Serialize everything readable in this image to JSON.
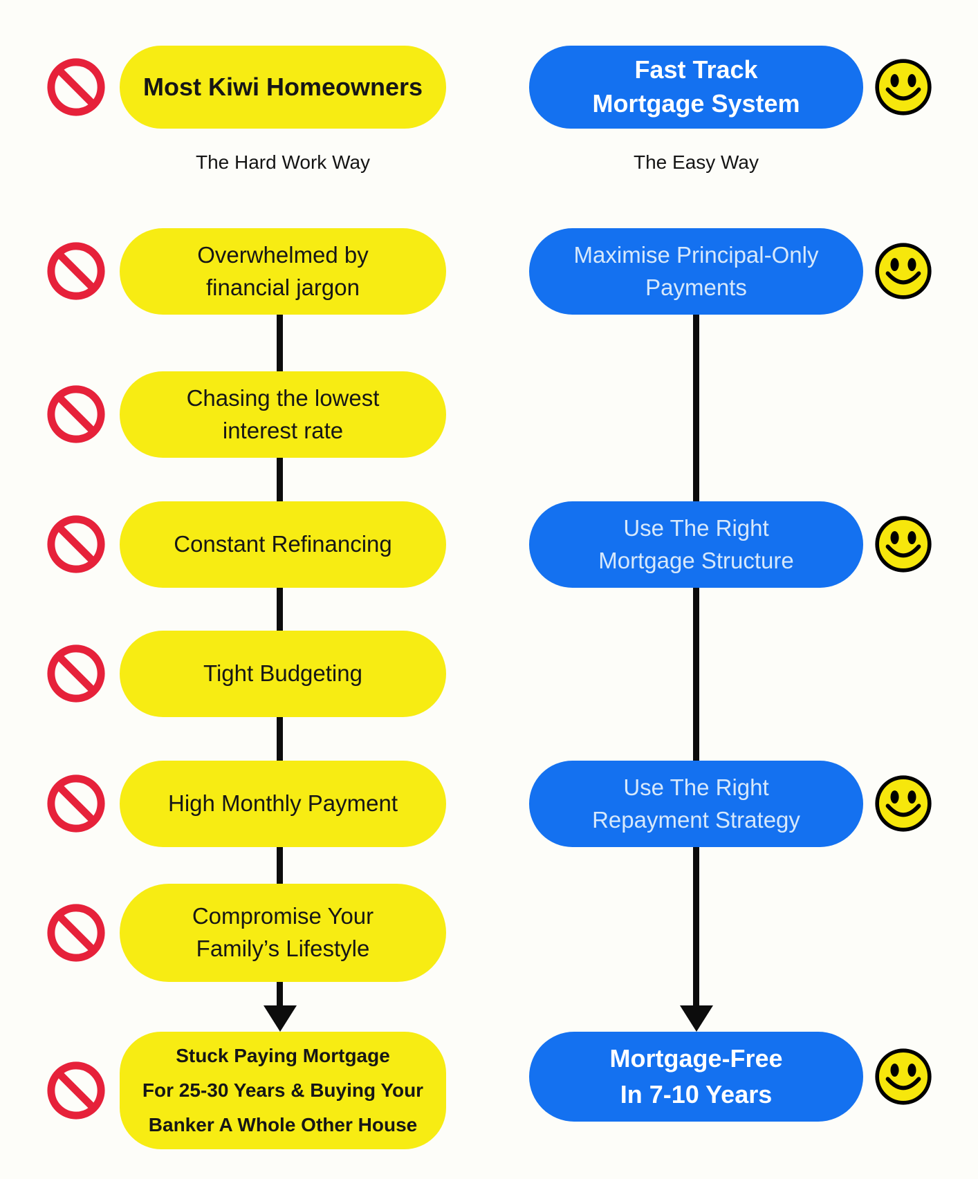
{
  "palette": {
    "bg": "#FDFDF9",
    "yellow": "#F7EC13",
    "blue": "#1471F0",
    "blue_text": "#D6E8FB",
    "red": "#E6213A",
    "smiley": "#F6E70C",
    "line": "#0C0C0C"
  },
  "icons": {
    "left_marker": "no-entry-icon",
    "right_marker": "smiley-icon",
    "flow_marker": "down-arrow-icon"
  },
  "left": {
    "header": "Most Kiwi Homeowners",
    "subtitle": "The Hard Work Way",
    "steps": [
      "Overwhelmed by\nfinancial jargon",
      "Chasing the lowest\ninterest rate",
      "Constant Refinancing",
      "Tight Budgeting",
      "High Monthly Payment",
      "Compromise Your\nFamily’s Lifestyle"
    ],
    "final": "Stuck Paying Mortgage\nFor 25-30 Years & Buying Your\nBanker A Whole Other House"
  },
  "right": {
    "header": "Fast Track\nMortgage System",
    "subtitle": "The Easy Way",
    "steps": [
      "Maximise Principal-Only\nPayments",
      "Use The Right\nMortgage Structure",
      "Use The Right\nRepayment Strategy"
    ],
    "final": "Mortgage-Free\nIn 7-10 Years"
  }
}
